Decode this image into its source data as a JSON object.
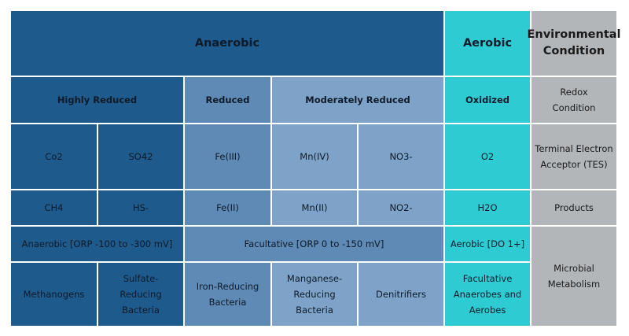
{
  "headers": {
    "anaerobic": "Anaerobic",
    "aerobic": "Aerobic",
    "environmental_condition": "Environmental Condition"
  },
  "redox": {
    "highly_reduced": "Highly Reduced",
    "reduced": "Reduced",
    "moderately_reduced": "Moderately Reduced",
    "oxidized": "Oxidized",
    "label": "Redox Condition"
  },
  "tes": {
    "co2": "Co2",
    "so42": "SO42",
    "fe3": "Fe(III)",
    "mn4": "Mn(IV)",
    "no3": "NO3-",
    "o2": "O2",
    "label": "Terminal Electron Acceptor (TES)"
  },
  "products": {
    "ch4": "CH4",
    "hs": "HS-",
    "fe2": "Fe(II)",
    "mn2": "Mn(II)",
    "no2": "NO2-",
    "h2o": "H2O",
    "label": "Products"
  },
  "orp": {
    "anaerobic": "Anaerobic [ORP -100 to -300 mV]",
    "facultative": "Facultative [ORP 0 to -150 mV]",
    "aerobic": "Aerobic [DO 1+]"
  },
  "microbes": {
    "methanogens": "Methanogens",
    "sulfate_reducing": "Sulfate-Reducing Bacteria",
    "iron_reducing": "Iron-Reducing Bacteria",
    "manganese_reducing": "Manganese-Reducing Bacteria",
    "denitrifiers": "Denitrifiers",
    "facultative_anaerobes": "Facultative Anaerobes and Aerobes",
    "label": "Microbial Metabolism"
  },
  "colors": {
    "anaerobic_dark": "#1f5a8c",
    "reduced": "#5e8ab5",
    "moderately_reduced": "#7fa3c8",
    "aerobic": "#2fcbd3",
    "environmental": "#b3b6b9"
  }
}
